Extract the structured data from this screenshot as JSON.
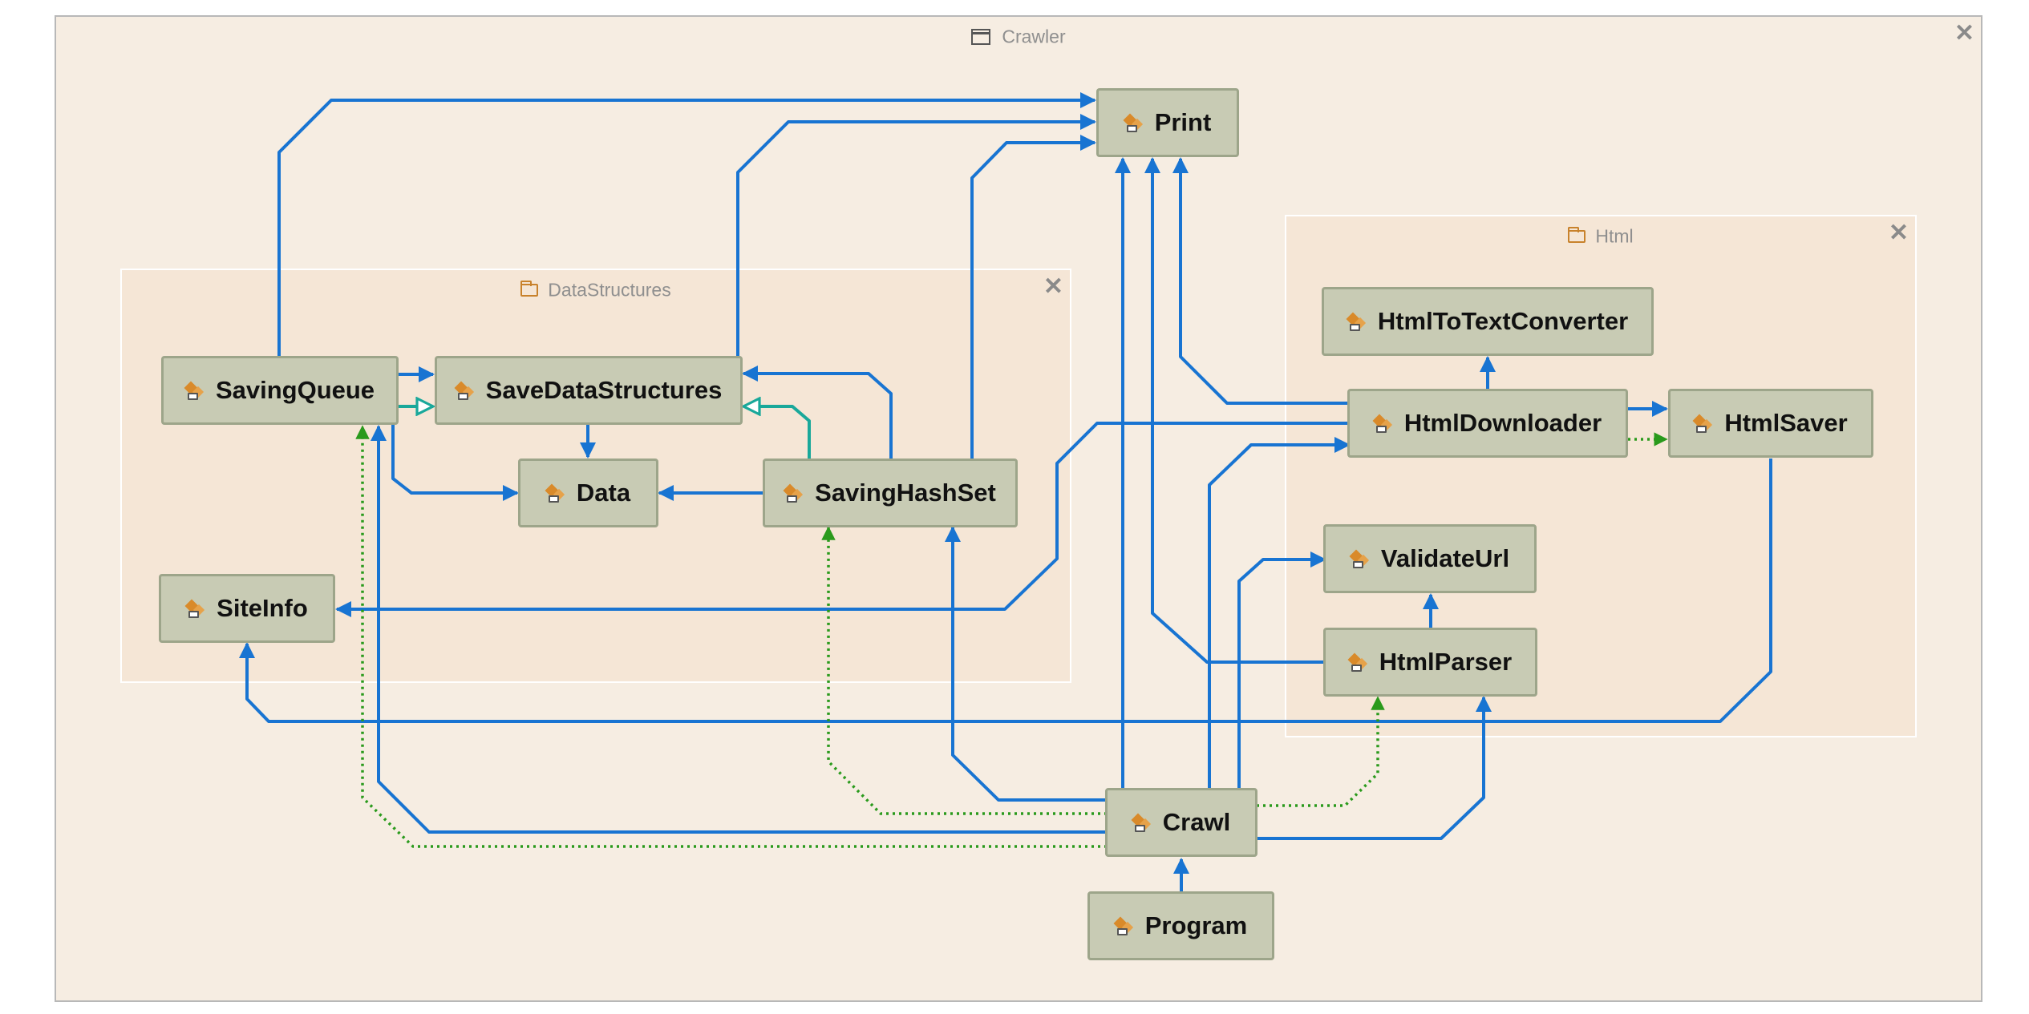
{
  "diagram": {
    "title": "Crawler",
    "groups": {
      "datastructures": "DataStructures",
      "html": "Html"
    },
    "close_glyph": "✕",
    "nodes": {
      "print": "Print",
      "savingqueue": "SavingQueue",
      "savedatastructures": "SaveDataStructures",
      "data": "Data",
      "savinghashset": "SavingHashSet",
      "siteinfo": "SiteInfo",
      "htmltotextconverter": "HtmlToTextConverter",
      "htmldownloader": "HtmlDownloader",
      "htmlsaver": "HtmlSaver",
      "validateurl": "ValidateUrl",
      "htmlparser": "HtmlParser",
      "crawl": "Crawl",
      "program": "Program"
    },
    "icons": {
      "title": "class-diagram-icon",
      "group": "folder-icon",
      "node": "class-icon"
    },
    "colors": {
      "dependency": "#1874d2",
      "inheritance": "#19a89a",
      "dotted": "#2a9a1c"
    }
  }
}
